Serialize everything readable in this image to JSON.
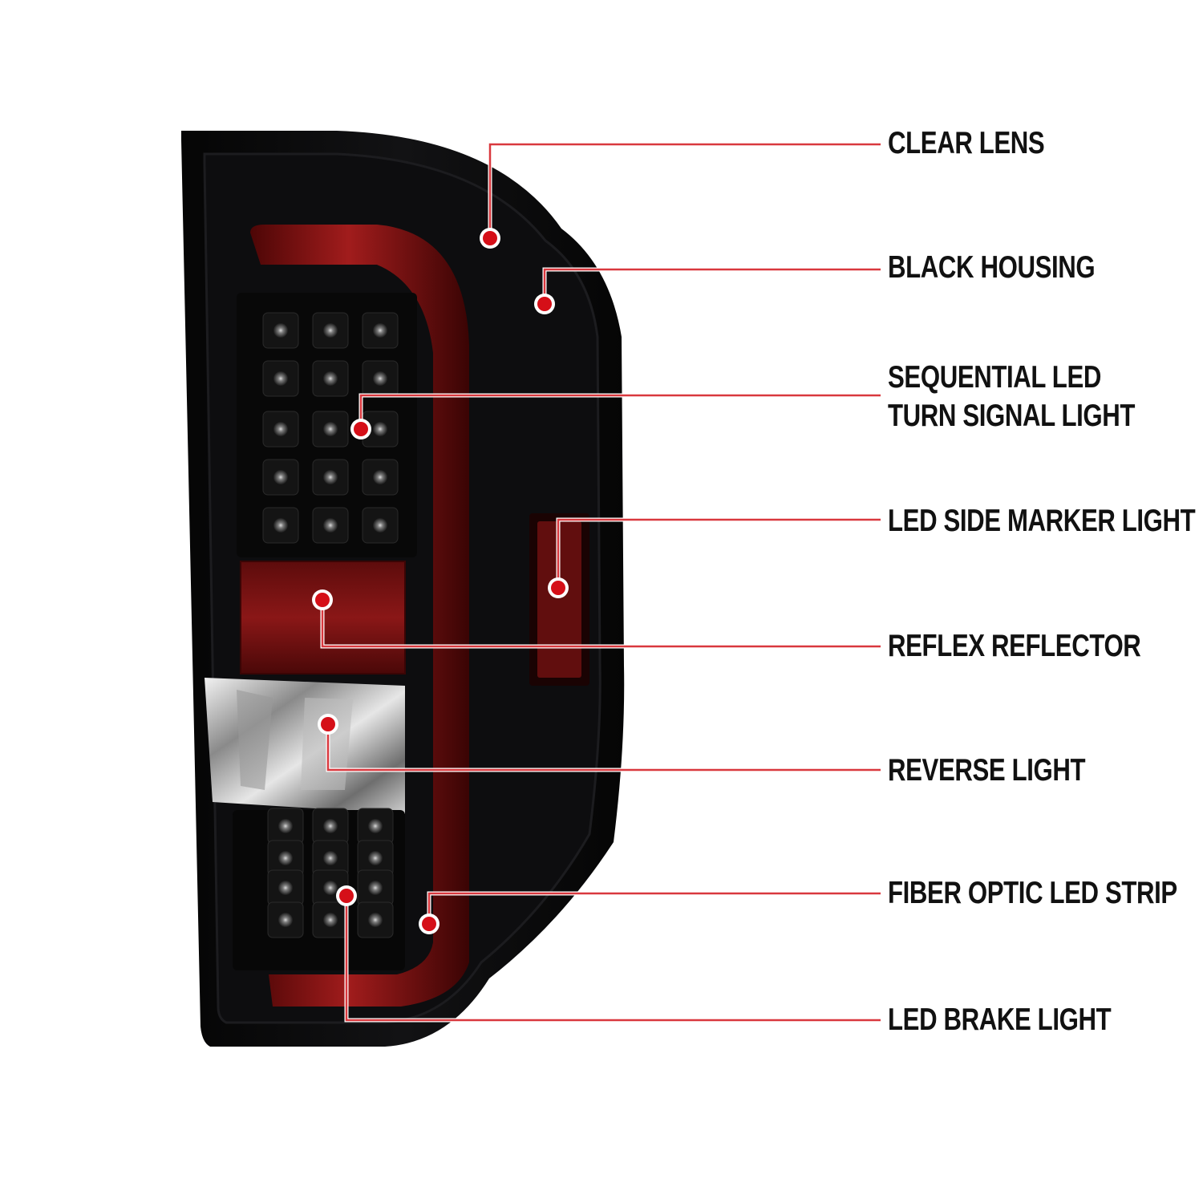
{
  "colors": {
    "background": "#ffffff",
    "housing": "#0b0b0c",
    "fiber_strip": "#8e1515",
    "reflector": "#7a1414",
    "callout_line": "#d9383e",
    "callout_dot": "#d50f18",
    "label_text": "#111111"
  },
  "callouts": [
    {
      "id": "clear-lens",
      "lines": [
        "CLEAR LENS"
      ]
    },
    {
      "id": "black-housing",
      "lines": [
        "BLACK HOUSING"
      ]
    },
    {
      "id": "sequential-led",
      "lines": [
        "SEQUENTIAL LED",
        "TURN SIGNAL LIGHT"
      ]
    },
    {
      "id": "side-marker",
      "lines": [
        "LED SIDE MARKER LIGHT"
      ]
    },
    {
      "id": "reflex-reflector",
      "lines": [
        "REFLEX REFLECTOR"
      ]
    },
    {
      "id": "reverse-light",
      "lines": [
        "REVERSE LIGHT"
      ]
    },
    {
      "id": "fiber-optic",
      "lines": [
        "FIBER OPTIC LED STRIP"
      ]
    },
    {
      "id": "brake-light",
      "lines": [
        "LED BRAKE LIGHT"
      ]
    }
  ]
}
